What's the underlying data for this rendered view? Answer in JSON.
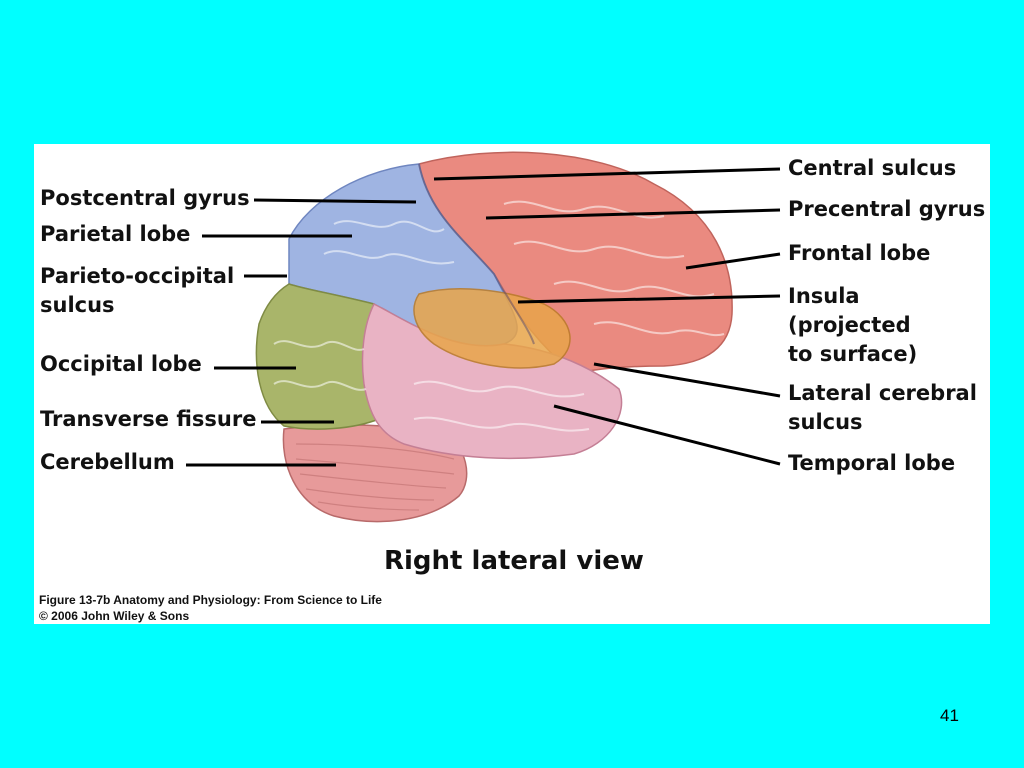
{
  "slide": {
    "background": "#00FFFF",
    "page_number": "41"
  },
  "figure": {
    "view_title": "Right lateral view",
    "caption_line1": "Figure 13-7b  Anatomy and Physiology: From Science to Life",
    "caption_line2": "© 2006 John Wiley & Sons",
    "labels_left": [
      "Postcentral gyrus",
      "Parietal lobe",
      "Parieto-occipital\nsulcus",
      "Occipital lobe",
      "Transverse fissure",
      "Cerebellum"
    ],
    "labels_right": [
      "Central sulcus",
      "Precentral gyrus",
      "Frontal lobe",
      "Insula\n(projected\nto surface)",
      "Lateral cerebral\nsulcus",
      "Temporal lobe"
    ]
  },
  "colors": {
    "parietal": "#9FB4E2",
    "frontal": "#EA8A80",
    "occipital": "#A9B56A",
    "temporal": "#E9B3C4",
    "insula": "#E8A54A",
    "cerebellum": "#E79A9A"
  }
}
